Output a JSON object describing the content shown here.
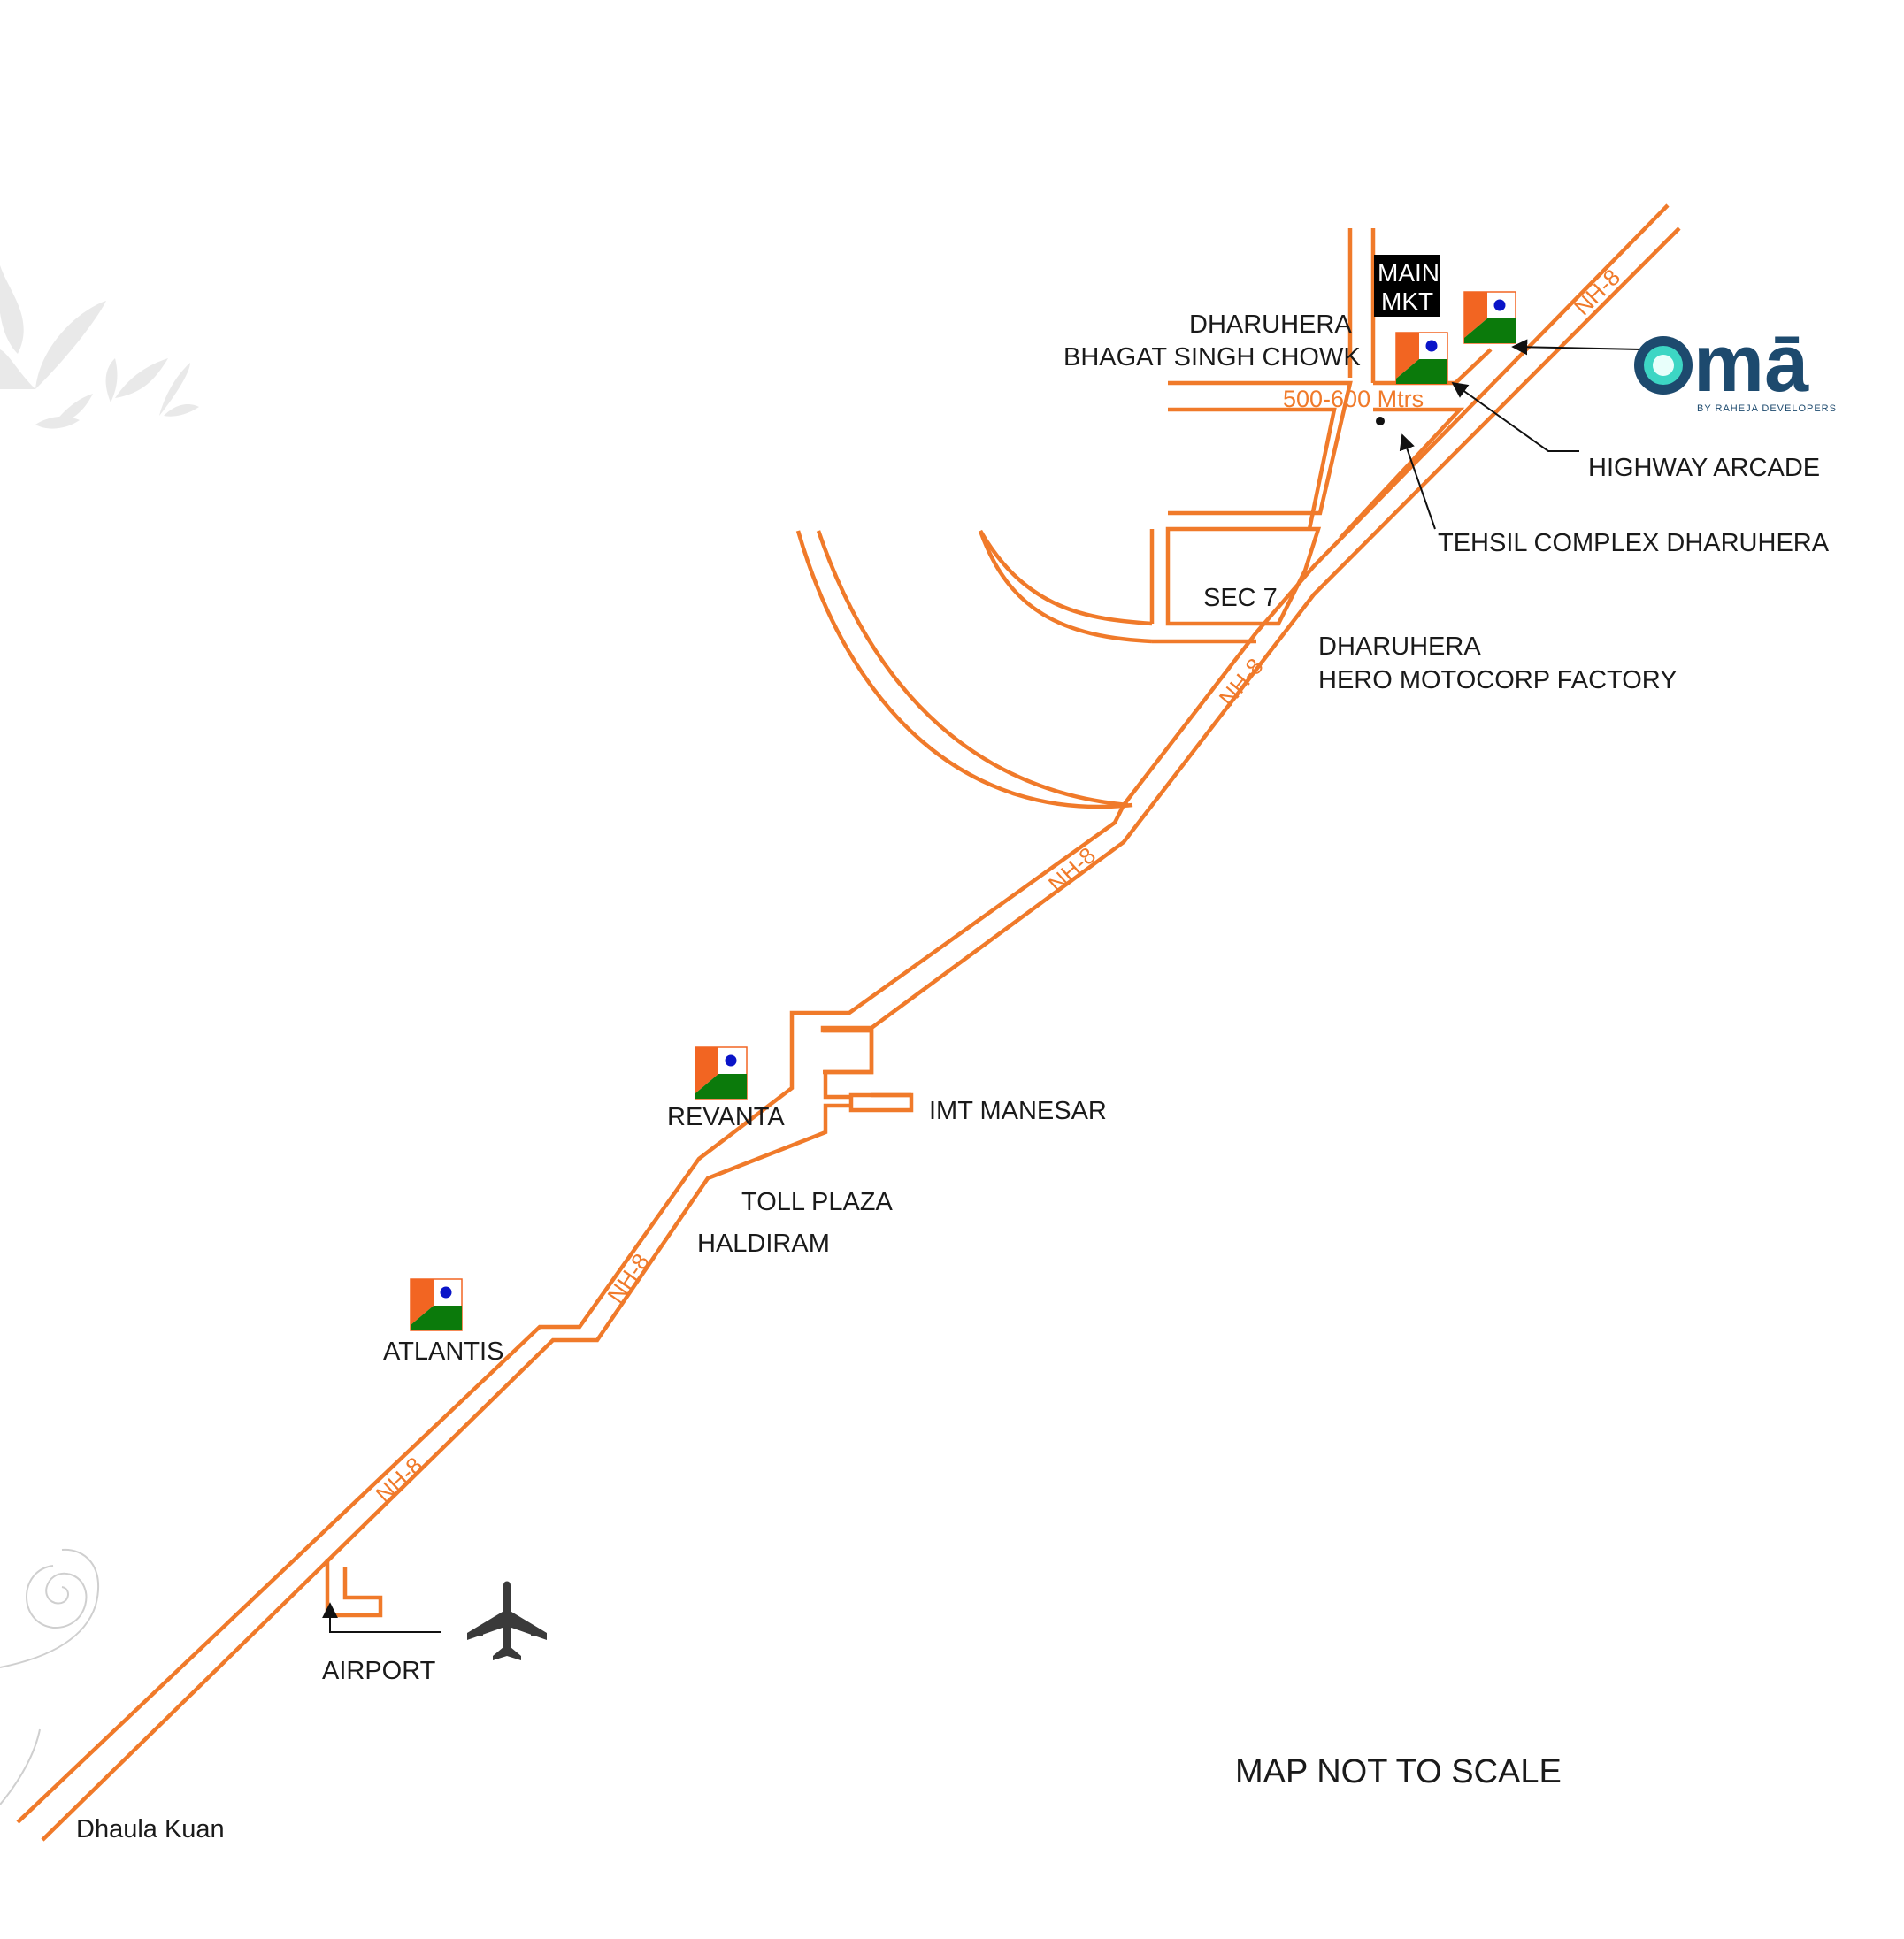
{
  "map": {
    "note": "MAP NOT TO SCALE",
    "roads": [
      {
        "name": "nh8-label-1",
        "label": "NH-8"
      },
      {
        "name": "nh8-label-2",
        "label": "NH-8"
      },
      {
        "name": "nh8-label-3",
        "label": "NH-8"
      },
      {
        "name": "nh8-label-4",
        "label": "NH-8"
      },
      {
        "name": "nh8-label-5",
        "label": "NH-8"
      }
    ],
    "distance_label": "500-600 Mtrs",
    "main_market": {
      "line1": "MAIN",
      "line2": "MKT"
    },
    "places": {
      "bhagat_singh_chowk": {
        "line1": "DHARUHERA",
        "line2": "BHAGAT SINGH CHOWK"
      },
      "highway_arcade": "HIGHWAY ARCADE",
      "tehsil_complex": "TEHSIL COMPLEX DHARUHERA",
      "sec7": "SEC 7",
      "hero_factory": {
        "line1": "DHARUHERA",
        "line2": "HERO MOTOCORP FACTORY"
      },
      "imt_manesar": "IMT MANESAR",
      "revanta": "REVANTA",
      "toll_plaza": "TOLL PLAZA",
      "haldiram": "HALDIRAM",
      "atlantis": "ATLANTIS",
      "airport": "AIRPORT",
      "dhaula_kuan": "Dhaula Kuan"
    },
    "logo": {
      "name": "oma",
      "byline": "BY RAHEJA DEVELOPERS"
    },
    "colors": {
      "road": "#f07a2a",
      "flag_orange": "#f26522",
      "flag_green": "#0b7a0b",
      "flag_dot": "#0a14c8",
      "logo_blue": "#1d4a6e",
      "logo_teal": "#3dd6c4"
    },
    "icons": [
      "airplane-icon",
      "project-flag-icon",
      "arrow-icon",
      "leaf-decoration",
      "swirl-decoration"
    ]
  }
}
